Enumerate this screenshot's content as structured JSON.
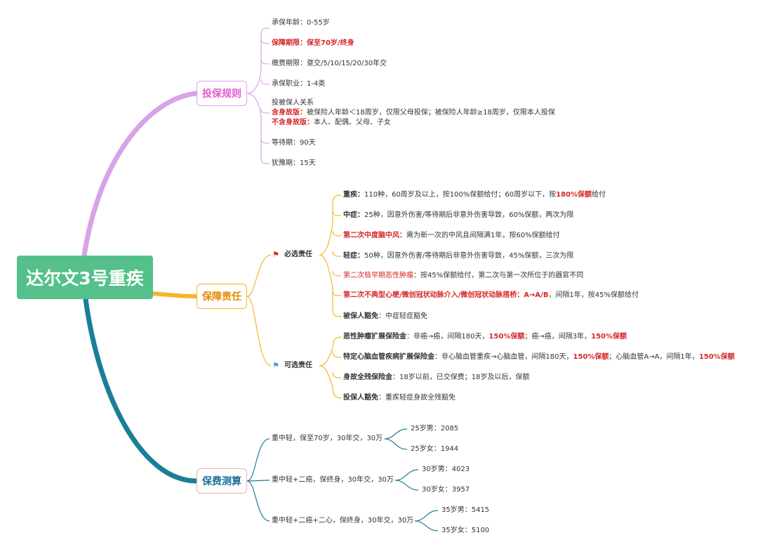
{
  "root": {
    "title": "达尔文3号重疾"
  },
  "colors": {
    "rule": "#d7a3e8",
    "duty": "#f5b52e",
    "premium": "#1a7f96",
    "root_bg": "#55c08a",
    "emphasis": "#d52828"
  },
  "rules": {
    "label": "投保规则",
    "age": "承保年龄：0-55岁",
    "term_key": "保障期限：",
    "term_val": "保至70岁/终身",
    "pay": "缴费期限：趸交/5/10/15/20/30年交",
    "job": "承保职业：1-4类",
    "rel": "投被保人关系",
    "incl_key": "含身故版：",
    "incl_val": "被保险人年龄＜18周岁，仅限父母投保；被保险人年龄≥18周岁，仅限本人投保",
    "excl_key": "不含身故版：",
    "excl_val": "本人、配偶、父母、子女",
    "wait": "等待期：90天",
    "grace": "犹豫期：15天"
  },
  "duty": {
    "label": "保障责任",
    "required": "必选责任",
    "optional": "可选责任",
    "r1_key": "重疾：",
    "r1_a": "110种，60周岁及以上，按100%保额给付；60周岁以下，按",
    "r1_b": "180%保额",
    "r1_c": "给付",
    "r2_key": "中症：",
    "r2_val": "25种，因意外伤害/等待期后非意外伤害导致，60%保额，两次为限",
    "r3_key": "第二次中度脑中风：",
    "r3_val": "需为新一次的中风且间隔满1年，按60%保额给付",
    "r4_key": "轻症：",
    "r4_val": "50种，因意外伤害/等待期后非意外伤害导致，45%保额，三次为限",
    "r5_key": "第二次极早期恶性肿瘤",
    "r5_val": "：按45%保额给付，第二次与第一次所位于的器官不同",
    "r6_key": "第二次不典型心梗/微创冠状动脉介入/微创冠状动脉搭桥：A→A/B",
    "r6_val": "，间隔1年，按45%保额给付",
    "r7_key": "被保人豁免",
    "r7_val": "：中症轻症豁免",
    "o1_key": "恶性肿瘤扩展保险金",
    "o1_a": "：非癌→癌，间隔180天，",
    "o1_b": "150%保额",
    "o1_c": "；癌→癌，间隔3年，",
    "o1_d": "150%保额",
    "o2_key": "特定心脑血管疾病扩展保险金",
    "o2_a": "：非心脑血管重疾→心脑血管，间隔180天，",
    "o2_b": "150%保额",
    "o2_c": "；心脑血管A→A，间隔1年，",
    "o2_d": "150%保额",
    "o3_key": "身故全残保险金",
    "o3_val": "：18岁以前，已交保费；18岁及以后，保额",
    "o4_key": "投保人豁免",
    "o4_val": "：重疾轻症身故全残豁免"
  },
  "premium": {
    "label": "保费测算",
    "plans": [
      {
        "name": "重中轻，保至70岁，30年交，30万",
        "male": "25岁男：2085",
        "female": "25岁女：1944"
      },
      {
        "name": "重中轻+二癌，保终身，30年交，30万",
        "male": "30岁男：4023",
        "female": "30岁女：3957"
      },
      {
        "name": "重中轻+二癌+二心，保终身，30年交，30万",
        "male": "35岁男：5415",
        "female": "35岁女：5100"
      }
    ]
  }
}
